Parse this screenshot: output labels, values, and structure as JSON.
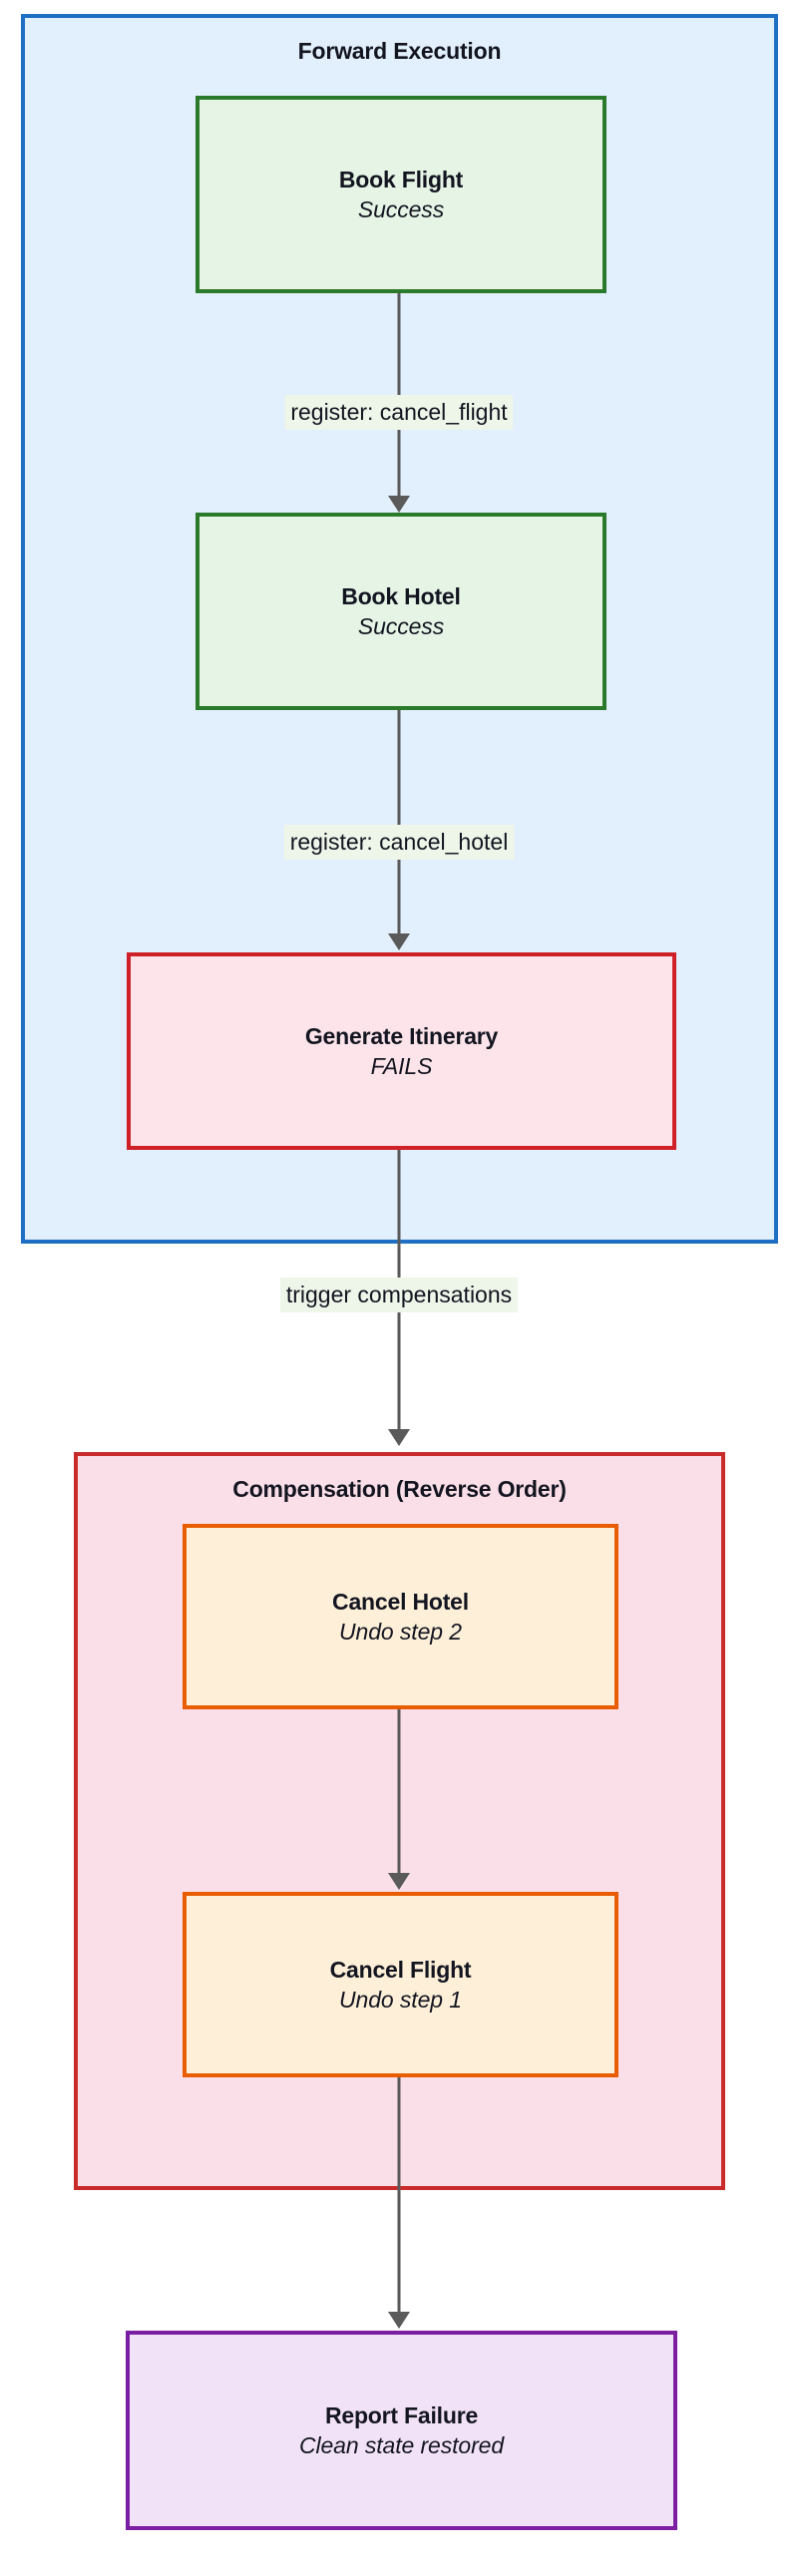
{
  "diagram": {
    "type": "saga-compensation-flowchart",
    "colors": {
      "forward_border": "#1f6fc4",
      "forward_fill": "#e2effc",
      "compensation_border": "#c92a2a",
      "compensation_fill": "#fbdfe8",
      "success_border": "#2b7a2b",
      "success_fill": "#e6f4e6",
      "failure_border": "#cf2027",
      "failure_fill": "#fde4ea",
      "undo_border": "#e85d04",
      "undo_fill": "#fdefd8",
      "report_border": "#7b1fa2",
      "report_fill": "#f2e2f7",
      "edge": "#5a5a5a",
      "edge_label_bg": "#eef5e9",
      "text": "#131520"
    },
    "subgraphs": {
      "forward": {
        "title": "Forward Execution"
      },
      "compensation": {
        "title": "Compensation (Reverse Order)"
      }
    },
    "nodes": {
      "book_flight": {
        "title": "Book Flight",
        "subtitle": "Success"
      },
      "book_hotel": {
        "title": "Book Hotel",
        "subtitle": "Success"
      },
      "generate_itinerary": {
        "title": "Generate Itinerary",
        "subtitle": "FAILS"
      },
      "cancel_hotel": {
        "title": "Cancel Hotel",
        "subtitle": "Undo step 2"
      },
      "cancel_flight": {
        "title": "Cancel Flight",
        "subtitle": "Undo step 1"
      },
      "report_failure": {
        "title": "Report Failure",
        "subtitle": "Clean state restored"
      }
    },
    "edges": [
      {
        "from": "book_flight",
        "to": "book_hotel",
        "label": "register: cancel_flight"
      },
      {
        "from": "book_hotel",
        "to": "generate_itinerary",
        "label": "register: cancel_hotel"
      },
      {
        "from": "generate_itinerary",
        "to": "compensation",
        "label": "trigger compensations"
      },
      {
        "from": "cancel_hotel",
        "to": "cancel_flight",
        "label": ""
      },
      {
        "from": "compensation",
        "to": "report_failure",
        "label": ""
      }
    ]
  }
}
